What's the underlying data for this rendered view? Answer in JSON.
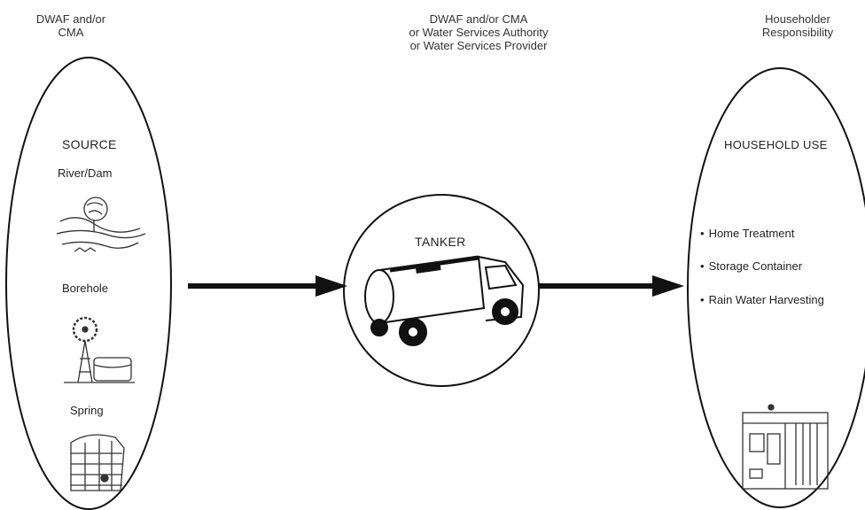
{
  "headers": {
    "left": [
      "DWAF and/or",
      "CMA"
    ],
    "center": [
      "DWAF and/or CMA",
      "or Water Services Authority",
      "or Water Services Provider"
    ],
    "right": [
      "Householder",
      "Responsibility"
    ]
  },
  "source": {
    "title": "SOURCE",
    "items": [
      "River/Dam",
      "Borehole",
      "Spring"
    ]
  },
  "tanker": {
    "title": "TANKER"
  },
  "household": {
    "title": "HOUSEHOLD USE",
    "bullets": [
      "Home Treatment",
      "Storage Container",
      "Rain Water Harvesting"
    ]
  }
}
